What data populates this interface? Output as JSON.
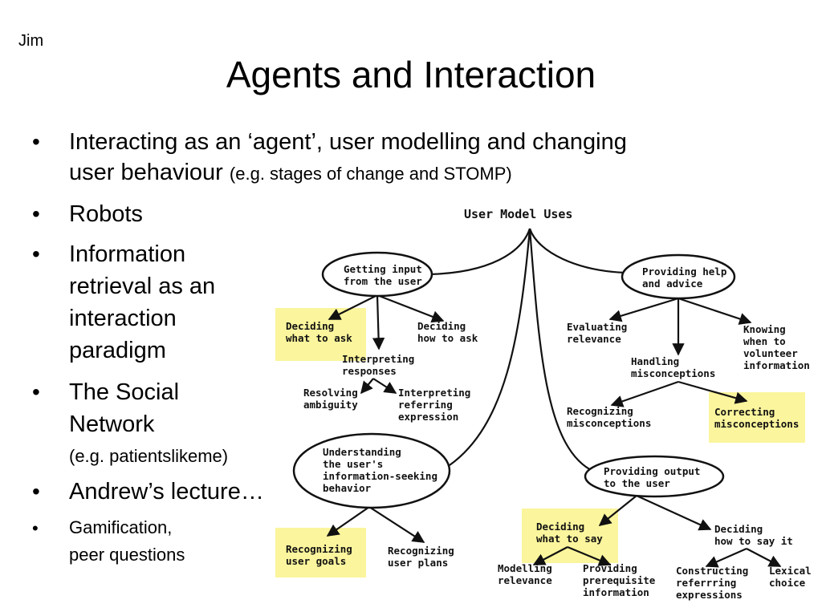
{
  "header": {
    "author": "Jim",
    "title": "Agents and Interaction"
  },
  "bullets": {
    "b1_line1": "Interacting as an ‘agent’, user modelling and changing",
    "b1_line2": "user behaviour",
    "b1_note": "(e.g. stages of change and STOMP)",
    "b2": "Robots",
    "b3_lines": [
      "Information",
      "retrieval as an",
      "interaction",
      "paradigm"
    ],
    "b4_lines": [
      "The Social",
      "Network"
    ],
    "b4_note": "(e.g. patientslikeme)",
    "b5": "Andrew’s lecture…",
    "b6_lines": [
      "Gamification,",
      "peer questions"
    ]
  },
  "diagram": {
    "root": "User Model Uses",
    "getting_input": [
      "Getting input",
      "from the user"
    ],
    "providing_help": [
      "Providing help",
      "and advice"
    ],
    "understanding": [
      "Understanding",
      "the user's",
      "information-seeking",
      "behavior"
    ],
    "providing_output": [
      "Providing output",
      "to the user"
    ],
    "deciding_what_to_ask": [
      "Deciding",
      "what to ask"
    ],
    "deciding_how_to_ask": [
      "Deciding",
      "how to ask"
    ],
    "interpreting_responses": [
      "Interpreting",
      "responses"
    ],
    "resolving_ambiguity": [
      "Resolving",
      "ambiguity"
    ],
    "interpreting_referring": [
      "Interpreting",
      "referring",
      "expression"
    ],
    "evaluating_relevance": [
      "Evaluating",
      "relevance"
    ],
    "knowing_when": [
      "Knowing",
      "when to",
      "volunteer",
      "information"
    ],
    "handling_misconceptions": [
      "Handling",
      "misconceptions"
    ],
    "recognizing_misconceptions": [
      "Recognizing",
      "misconceptions"
    ],
    "correcting_misconceptions": [
      "Correcting",
      "misconceptions"
    ],
    "recognizing_user_goals": [
      "Recognizing",
      "user goals"
    ],
    "recognizing_user_plans": [
      "Recognizing",
      "user plans"
    ],
    "deciding_what_to_say": [
      "Deciding",
      "what to say"
    ],
    "deciding_how_to_say": [
      "Deciding",
      "how to say it"
    ],
    "modelling_relevance": [
      "Modelling",
      "relevance"
    ],
    "providing_prerequisite": [
      "Providing",
      "prerequisite",
      "information"
    ],
    "constructing_referring": [
      "Constructing",
      "referrring",
      "expressions"
    ],
    "lexical_choice": [
      "Lexical",
      "choice"
    ],
    "highlight_color": "#fbf59d"
  }
}
